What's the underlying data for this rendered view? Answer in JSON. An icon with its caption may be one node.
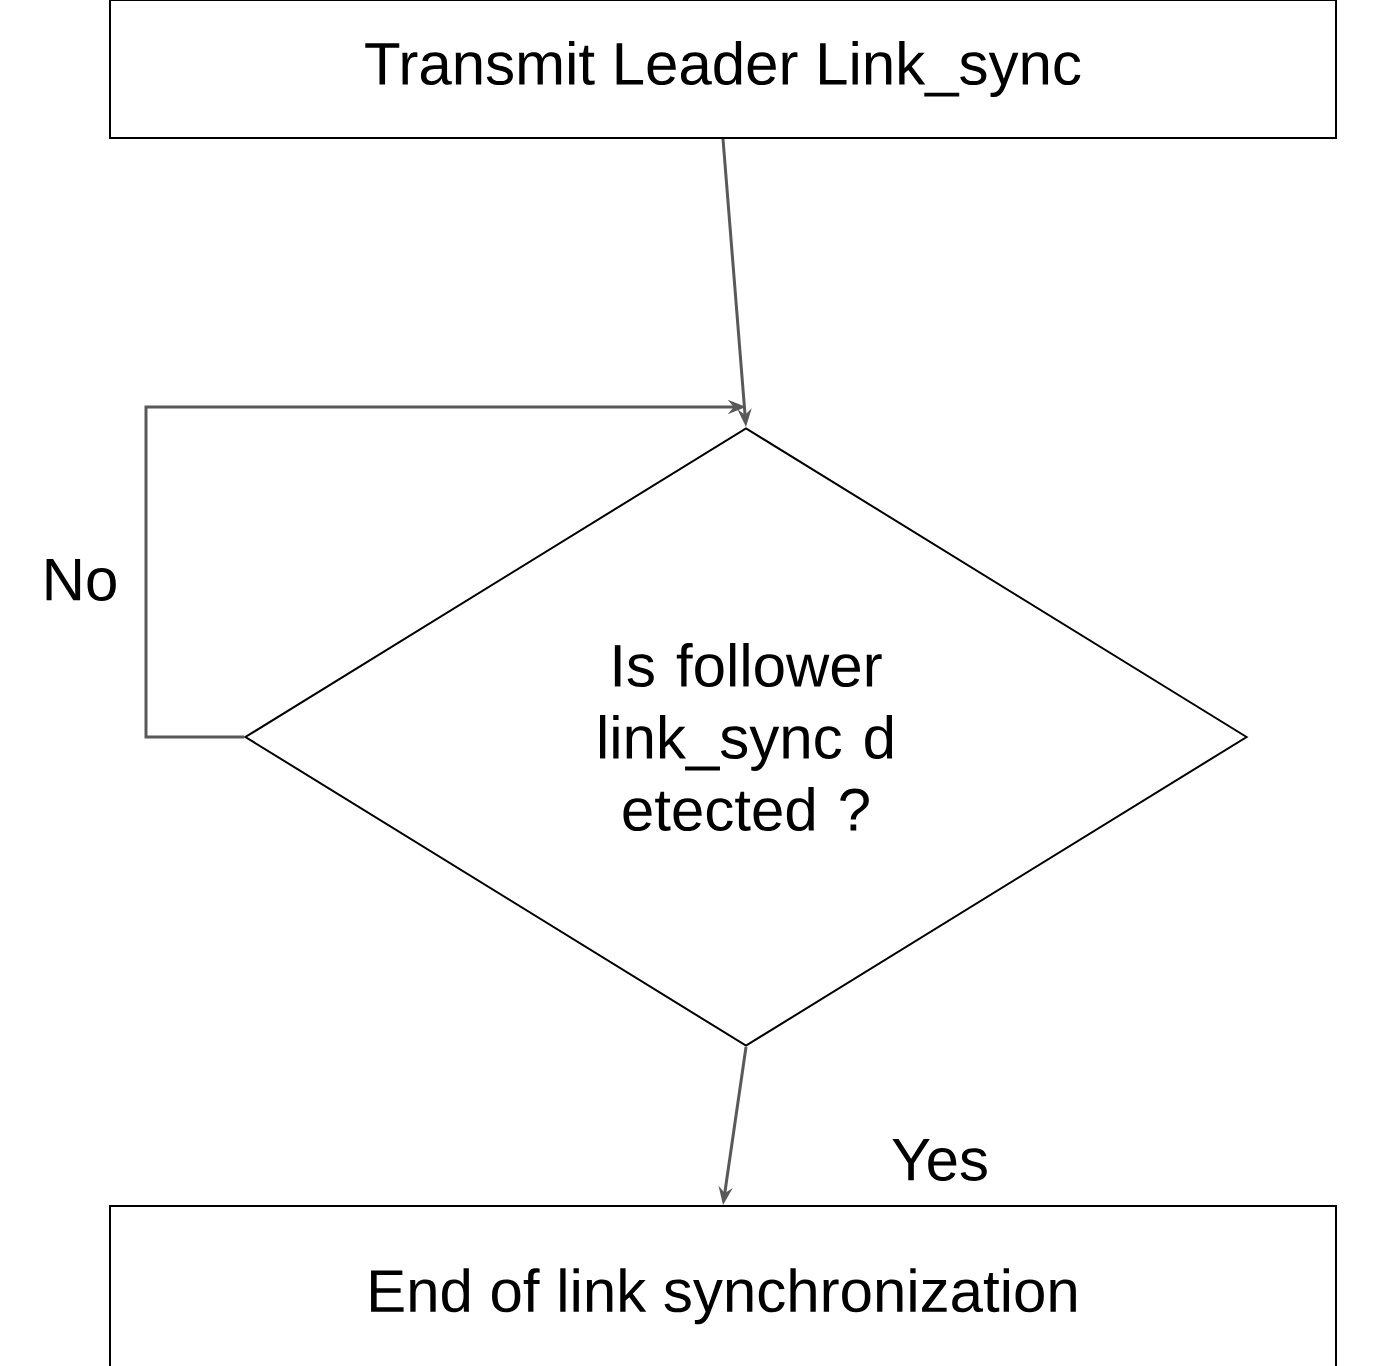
{
  "diagram": {
    "nodes": [
      {
        "text": [
          "Transmit Leader Link_sync"
        ]
      },
      {
        "text": [
          "Is follower link_sync d etected ?"
        ]
      },
      {
        "text": [
          "End of link synchronization"
        ]
      }
    ],
    "edges": [
      {
        "from": 0,
        "to": 1,
        "arrow": "to"
      },
      {
        "from": 1,
        "to": 1,
        "arrow": "to",
        "label": "No"
      },
      {
        "from": 1,
        "to": 2,
        "arrow": "to",
        "label": "Yes"
      }
    ]
  }
}
